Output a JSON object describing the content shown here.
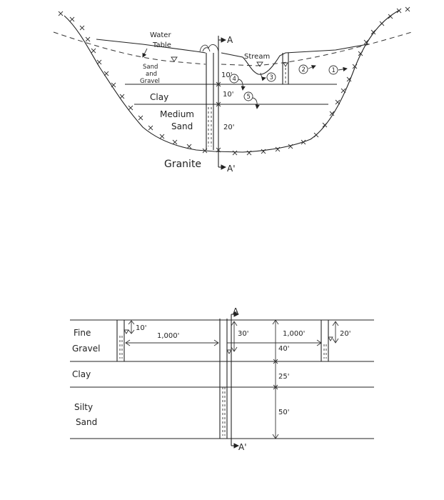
{
  "top": {
    "water_table_label": [
      "Water",
      "Table"
    ],
    "stream_label": "Stream",
    "layers": [
      {
        "lines": [
          "Sand",
          "and",
          "Gravel"
        ],
        "thickness": "10'"
      },
      {
        "lines": [
          "Clay"
        ],
        "thickness": "10'"
      },
      {
        "lines": [
          "Medium",
          "Sand"
        ],
        "thickness": "20'"
      }
    ],
    "bedrock_label": "Granite",
    "section_a": "A",
    "section_a_prime": "A'",
    "numbered_points": [
      "1",
      "2",
      "3",
      "4",
      "5"
    ]
  },
  "bottom": {
    "layers": [
      {
        "lines": [
          "Fine",
          "Gravel"
        ]
      },
      {
        "lines": [
          "Clay"
        ]
      },
      {
        "lines": [
          "Silty",
          "Sand"
        ]
      }
    ],
    "dimensions": {
      "left_drawdown": "10'",
      "left_distance": "1,000'",
      "center_drawdown": "30'",
      "right_distance": "1,000'",
      "right_drawdown": "20'",
      "gravel_thickness": "40'",
      "clay_thickness": "25'",
      "silty_sand_thickness": "50'"
    },
    "section_a": "A",
    "section_a_prime": "A'"
  }
}
